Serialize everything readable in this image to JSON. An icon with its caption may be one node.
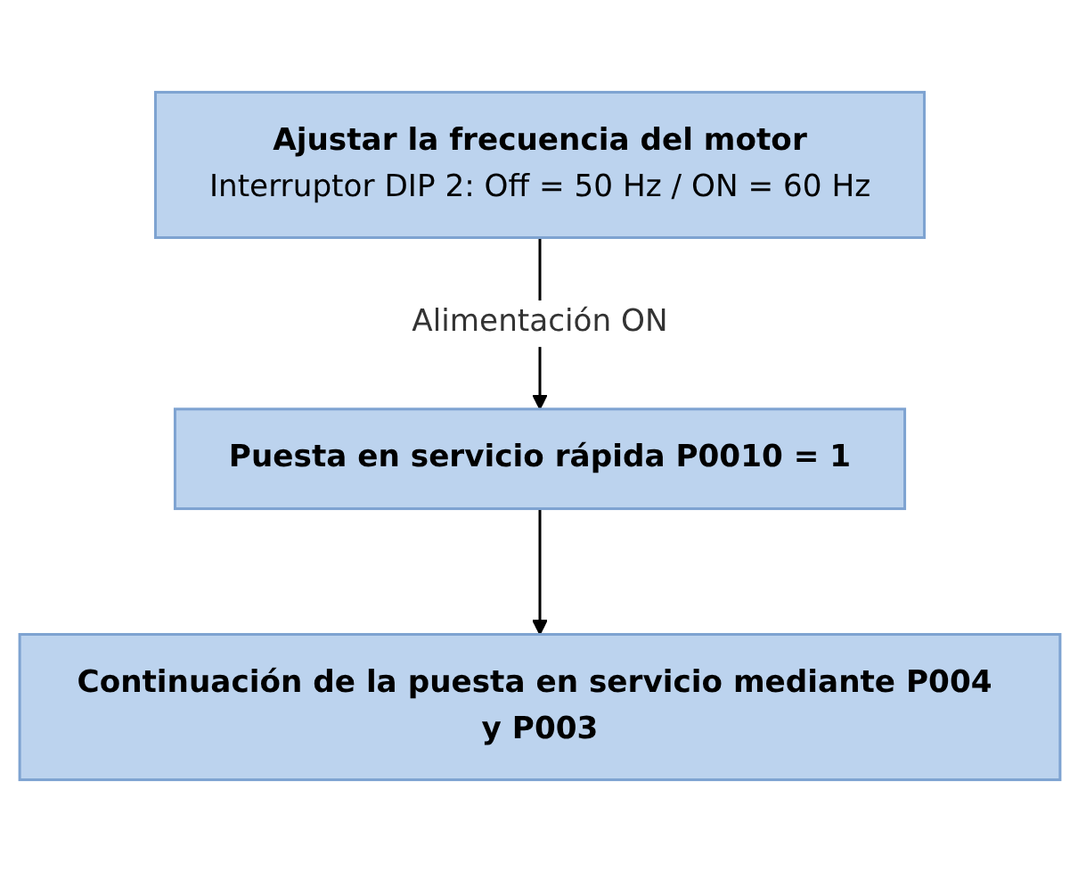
{
  "diagram": {
    "nodes": [
      {
        "text": [
          "Ajustar la frecuencia del motor",
          "Interruptor DIP 2: Off = 50 Hz / ON = 60 Hz"
        ]
      },
      {
        "text": [
          "Puesta en servicio rápida P0010 = 1"
        ]
      },
      {
        "text": [
          "Continuación de la puesta en servicio mediante P004 y P003"
        ]
      }
    ],
    "edges": [
      {
        "from": 0,
        "to": 1,
        "arrow": "to",
        "label": "Alimentación ON"
      },
      {
        "from": 1,
        "to": 2,
        "arrow": "to"
      }
    ]
  }
}
